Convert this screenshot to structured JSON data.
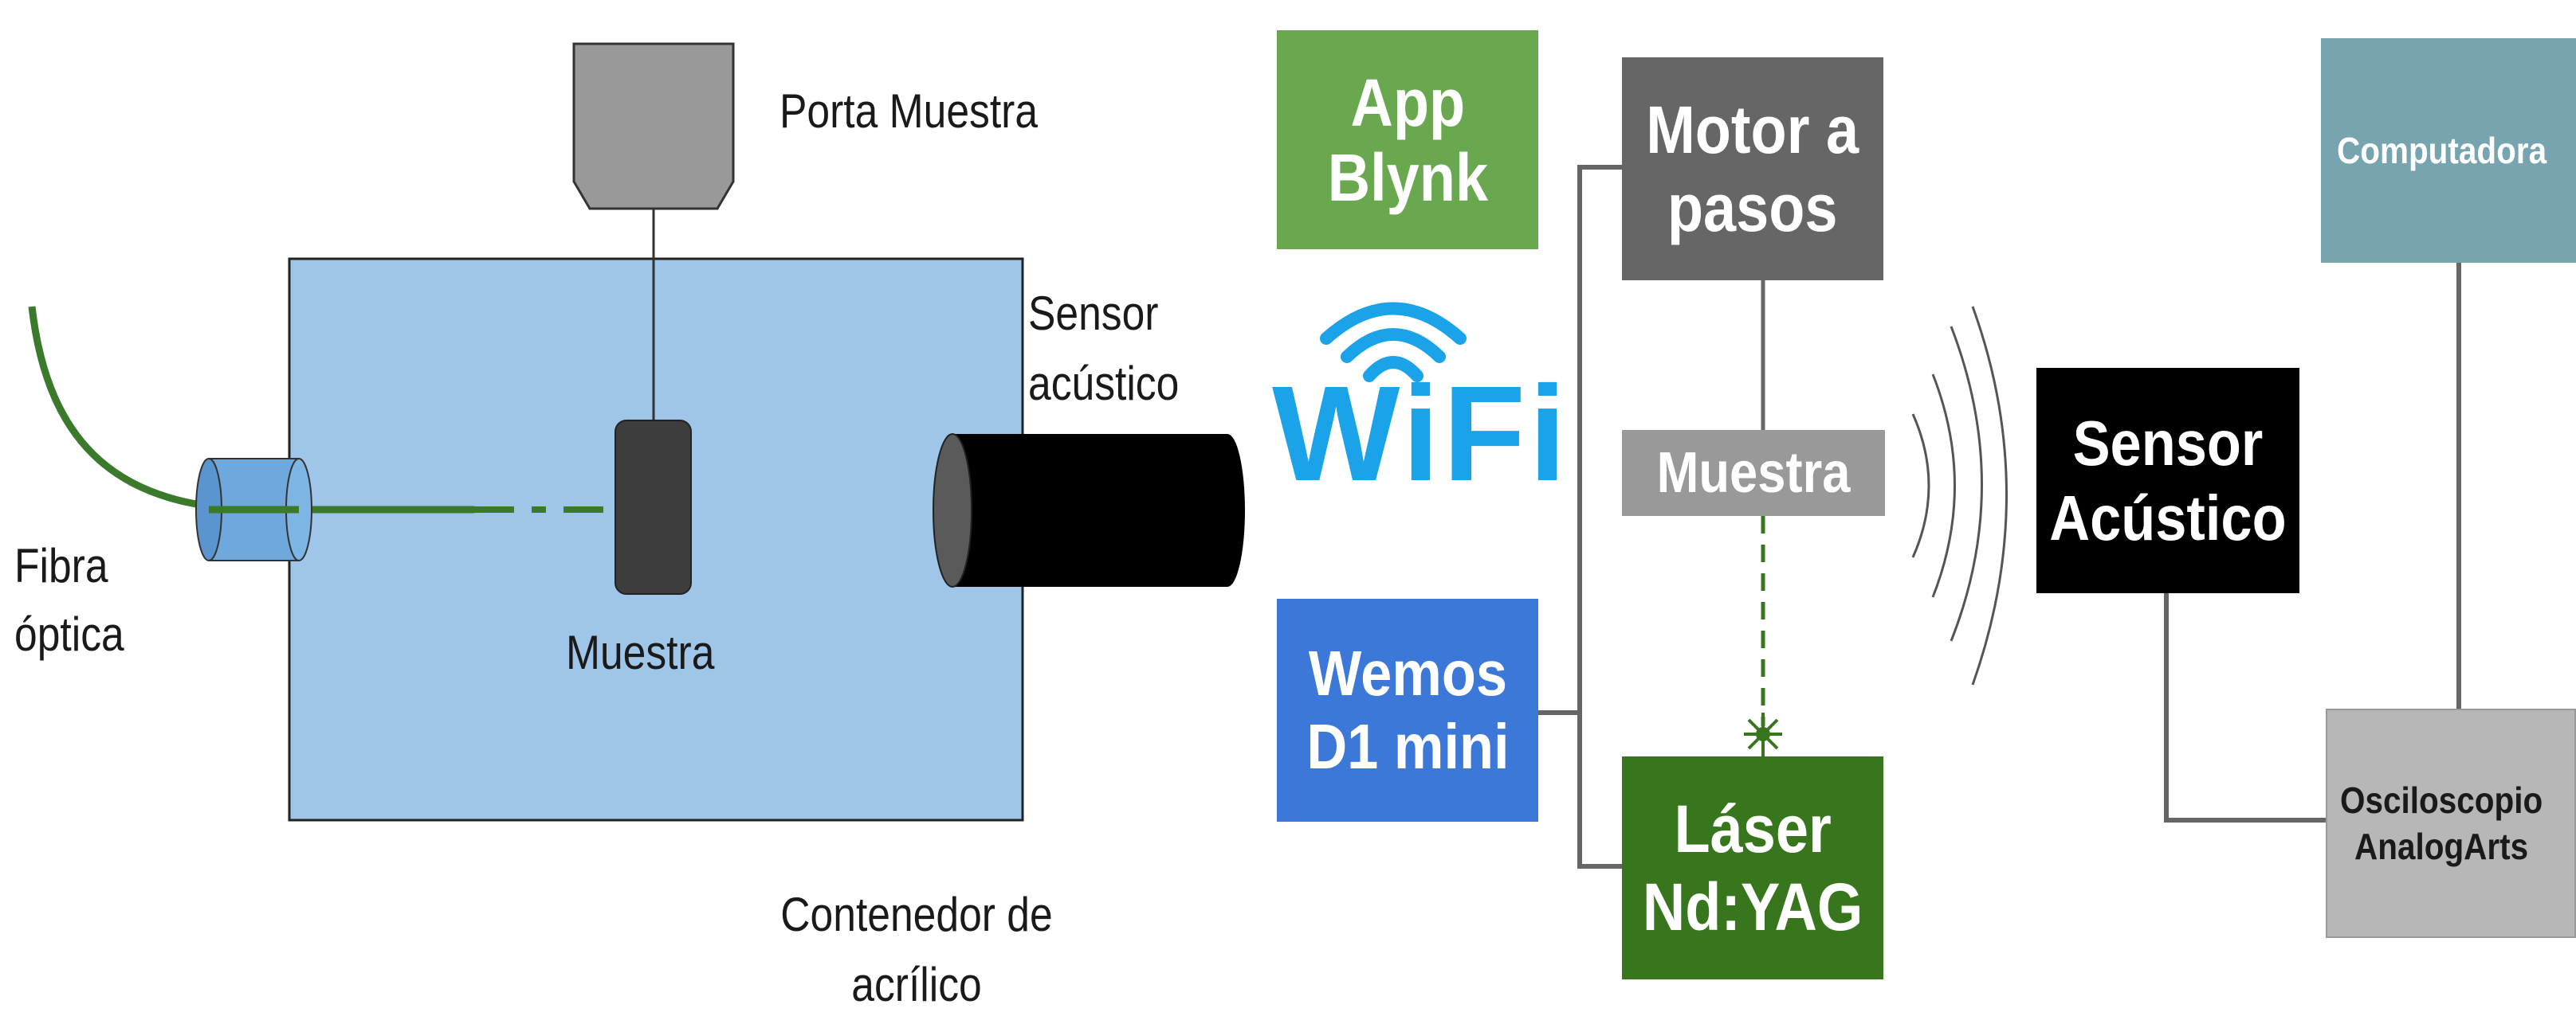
{
  "left": {
    "porta_muestra": "Porta Muestra",
    "sensor_acustico": "Sensor\nacústico",
    "fibra_optica": "Fibra\nóptica",
    "muestra": "Muestra",
    "contenedor": "Contenedor de\nacrílico"
  },
  "right": {
    "app_blynk": "App\nBlynk",
    "wifi": "WiFi",
    "wemos": "Wemos\nD1 mini",
    "motor": "Motor a\npasos",
    "muestra": "Muestra",
    "laser": "Láser\nNd:YAG",
    "sensor": "Sensor\nAcústico",
    "computadora": "Computadora",
    "osciloscopio": "Osciloscopio\nAnalogArts"
  },
  "colors": {
    "container": "#9fc5e8",
    "app_blynk": "#6aa84f",
    "wemos": "#3c78d8",
    "motor": "#666666",
    "muestra_box": "#999999",
    "laser": "#38761d",
    "sensor": "#000000",
    "computadora": "#76a5af",
    "osciloscopio": "#b7b7b7",
    "fiber": "#3a7a2a",
    "wifi": "#1aa3e8"
  }
}
